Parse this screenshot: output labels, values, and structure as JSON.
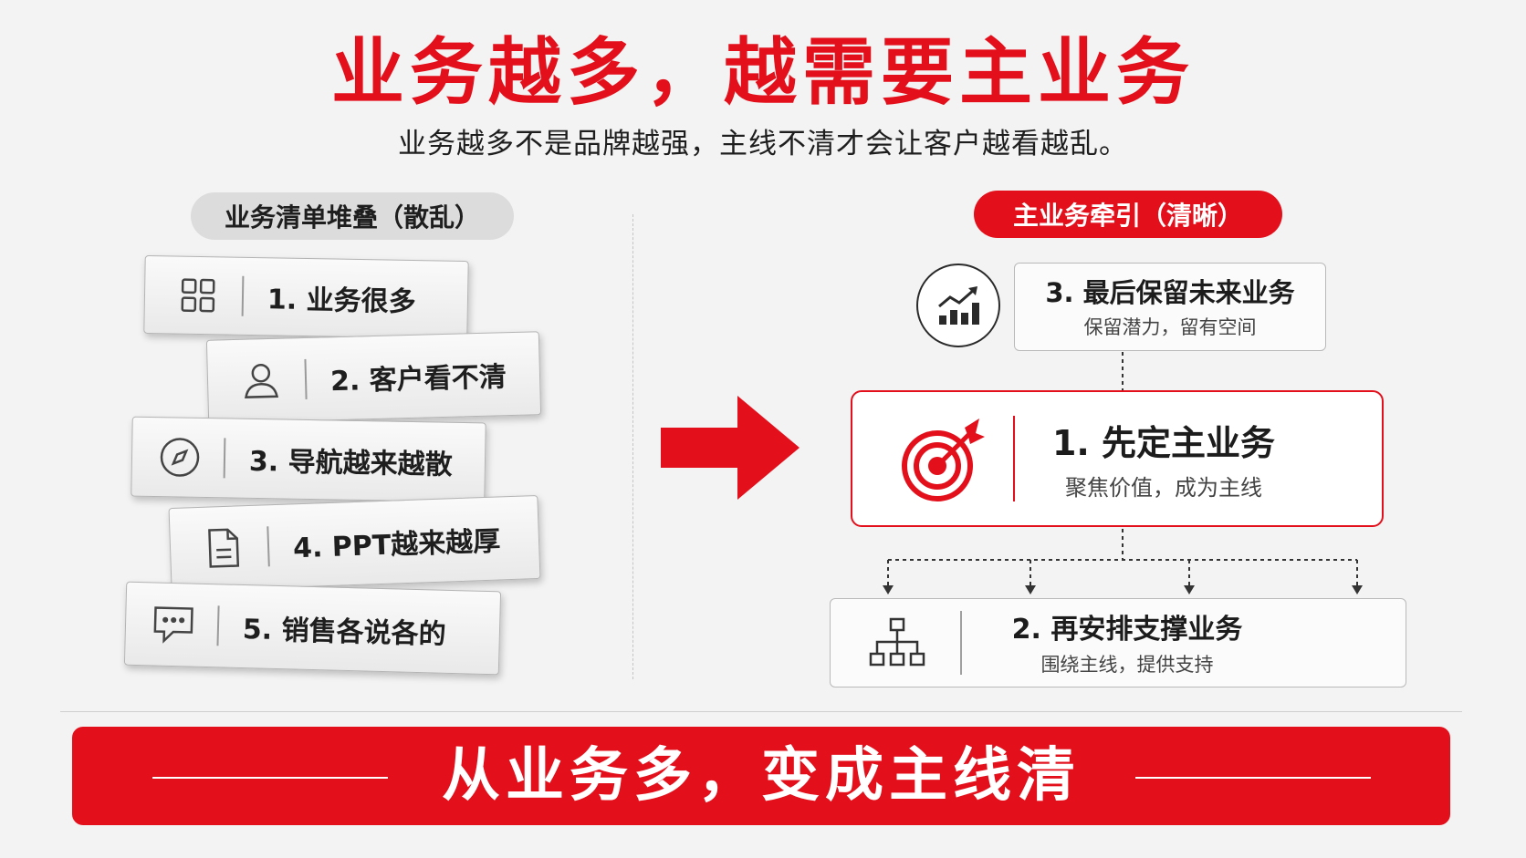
{
  "header": {
    "title": "业务越多，越需要主业务",
    "subtitle": "业务越多不是品牌越强，主线不清才会让客户越看越乱。"
  },
  "left": {
    "pill": "业务清单堆叠（散乱）",
    "cards": [
      {
        "label": "1. 业务很多",
        "icon": "grid-icon"
      },
      {
        "label": "2. 客户看不清",
        "icon": "user-icon"
      },
      {
        "label": "3. 导航越来越散",
        "icon": "compass-icon"
      },
      {
        "label": "4. PPT越来越厚",
        "icon": "document-icon"
      },
      {
        "label": "5. 销售各说各的",
        "icon": "chat-bubble-icon"
      }
    ]
  },
  "right": {
    "pill": "主业务牵引（清晰）",
    "top": {
      "title": "3. 最后保留未来业务",
      "subtitle": "保留潜力，留有空间",
      "icon": "trend-chart-icon"
    },
    "main": {
      "title": "1. 先定主业务",
      "subtitle": "聚焦价值，成为主线",
      "icon": "target-icon"
    },
    "bottom": {
      "title": "2. 再安排支撑业务",
      "subtitle": "围绕主线，提供支持",
      "icon": "hierarchy-icon"
    }
  },
  "banner": {
    "text": "从业务多，变成主线清"
  },
  "colors": {
    "accent": "#e3101c",
    "background": "#f3f3f3"
  }
}
